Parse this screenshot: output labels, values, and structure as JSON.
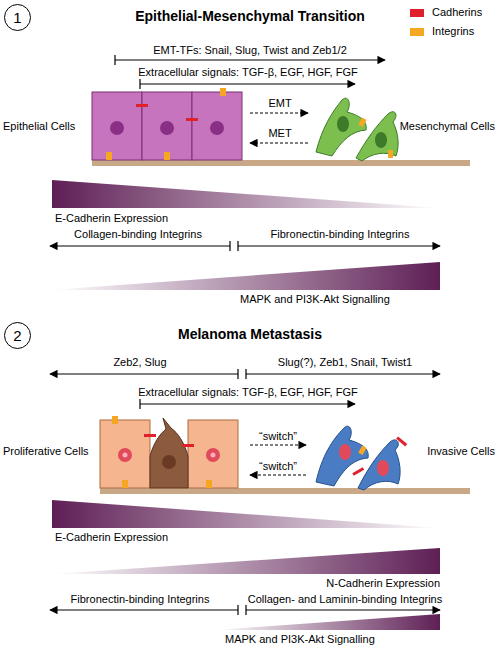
{
  "diagram": {
    "nodes": [
      {
        "text": [
          "1"
        ]
      },
      {
        "text": [
          "2"
        ]
      }
    ],
    "labels": [
      "Epithelial-Mesenchymal Transition",
      "EMT-TFs: Snail, Slug, Twist and Zeb1/2",
      "Extracellular signals: TGF-β, EGF, HGF, FGF",
      "Epithelial Cells",
      "EMT",
      "MET",
      "Mesenchymal Cells",
      "E-Cadherin Expression",
      "Collagen-binding Integrins",
      "Fibronectin-binding Integrins",
      "MAPK and PI3K-Akt Signalling",
      "Melanoma Metastasis",
      "Zeb2, Slug",
      "Slug(?), Zeb1, Snail, Twist1",
      "Extracellular signals: TGF-β, EGF, HGF, FGF",
      "Proliferative Cells",
      "“switch”",
      "“switch”",
      "Invasive Cells",
      "E-Cadherin Expression",
      "N-Cadherin Expression",
      "Fibronectin-binding Integrins",
      "Collagen- and Laminin-binding Integrins",
      "MAPK and PI3K-Akt Signalling"
    ],
    "legend": [
      {
        "text": "Cadherins",
        "color": "#e0202a"
      },
      {
        "text": "Integrins",
        "color": "#f5a623"
      }
    ]
  }
}
